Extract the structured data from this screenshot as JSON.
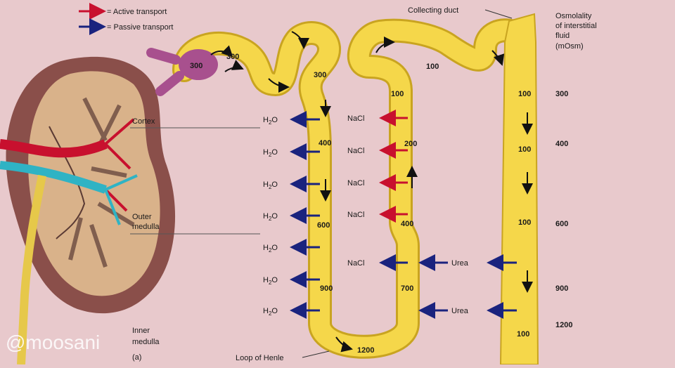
{
  "legend": {
    "active_label": "= Active transport",
    "passive_label": "= Passive transport",
    "active_color": "#c8102e",
    "passive_color": "#1a237e"
  },
  "zones": {
    "cortex": "Cortex",
    "outer_medulla_1": "Outer",
    "outer_medulla_2": "medulla",
    "inner_medulla_1": "Inner",
    "inner_medulla_2": "medulla"
  },
  "structures": {
    "collecting_duct": "Collecting duct",
    "loop_of_henle": "Loop of Henle",
    "panel": "(a)"
  },
  "osmolality_header": [
    "Osmolality",
    "of interstitial",
    "fluid",
    "(mOsm)"
  ],
  "osmolality_scale": [
    "300",
    "400",
    "600",
    "900",
    "1200"
  ],
  "tubule_values": {
    "glomerulus": "300",
    "pct": "300",
    "desc_top": "300",
    "desc_400": "400",
    "desc_600": "600",
    "desc_900": "900",
    "bottom": "1200",
    "asc_100": "100",
    "asc_200": "200",
    "asc_400": "400",
    "asc_700": "700",
    "dct": "100",
    "cd_top": "100",
    "cd_2": "100",
    "cd_3": "100",
    "cd_bottom": "100"
  },
  "water_label": "H",
  "water_sub": "2",
  "water_tail": "O",
  "nacl_label": "NaCl",
  "urea_label": "Urea",
  "watermark": "@moosani",
  "colors": {
    "background": "#e8c9cc",
    "tubule": "#f5d74a",
    "tubule_edge": "#c9a420",
    "glomerulus": "#a8508e"
  }
}
